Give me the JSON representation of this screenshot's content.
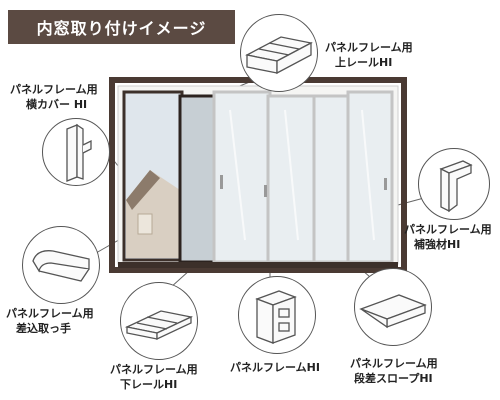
{
  "banner": {
    "title": "内窓取り付けイメージ"
  },
  "parts": {
    "top_rail": {
      "line1": "パネルフレーム用",
      "line2": "上レールHI",
      "icon": "top-rail-profile"
    },
    "side_cover": {
      "line1": "パネルフレーム用",
      "line2": "横カバー HI",
      "icon": "side-cover-profile"
    },
    "reinforcement": {
      "line1": "パネルフレーム用",
      "line2": "補強材HI",
      "icon": "reinforcement-profile"
    },
    "handle": {
      "line1": "パネルフレーム用",
      "line2": "差込取っ手",
      "icon": "handle-profile"
    },
    "bottom_rail": {
      "line1": "パネルフレーム用",
      "line2": "下レールHI",
      "icon": "bottom-rail-profile"
    },
    "frame": {
      "line1": "パネルフレームHI",
      "icon": "frame-profile"
    },
    "slope": {
      "line1": "パネルフレーム用",
      "line2": "段差スロープHI",
      "icon": "slope-profile"
    }
  },
  "colors": {
    "banner_bg": "#5b4a42",
    "window_frame": "#4a3a33",
    "glass": "#e9eef1"
  }
}
